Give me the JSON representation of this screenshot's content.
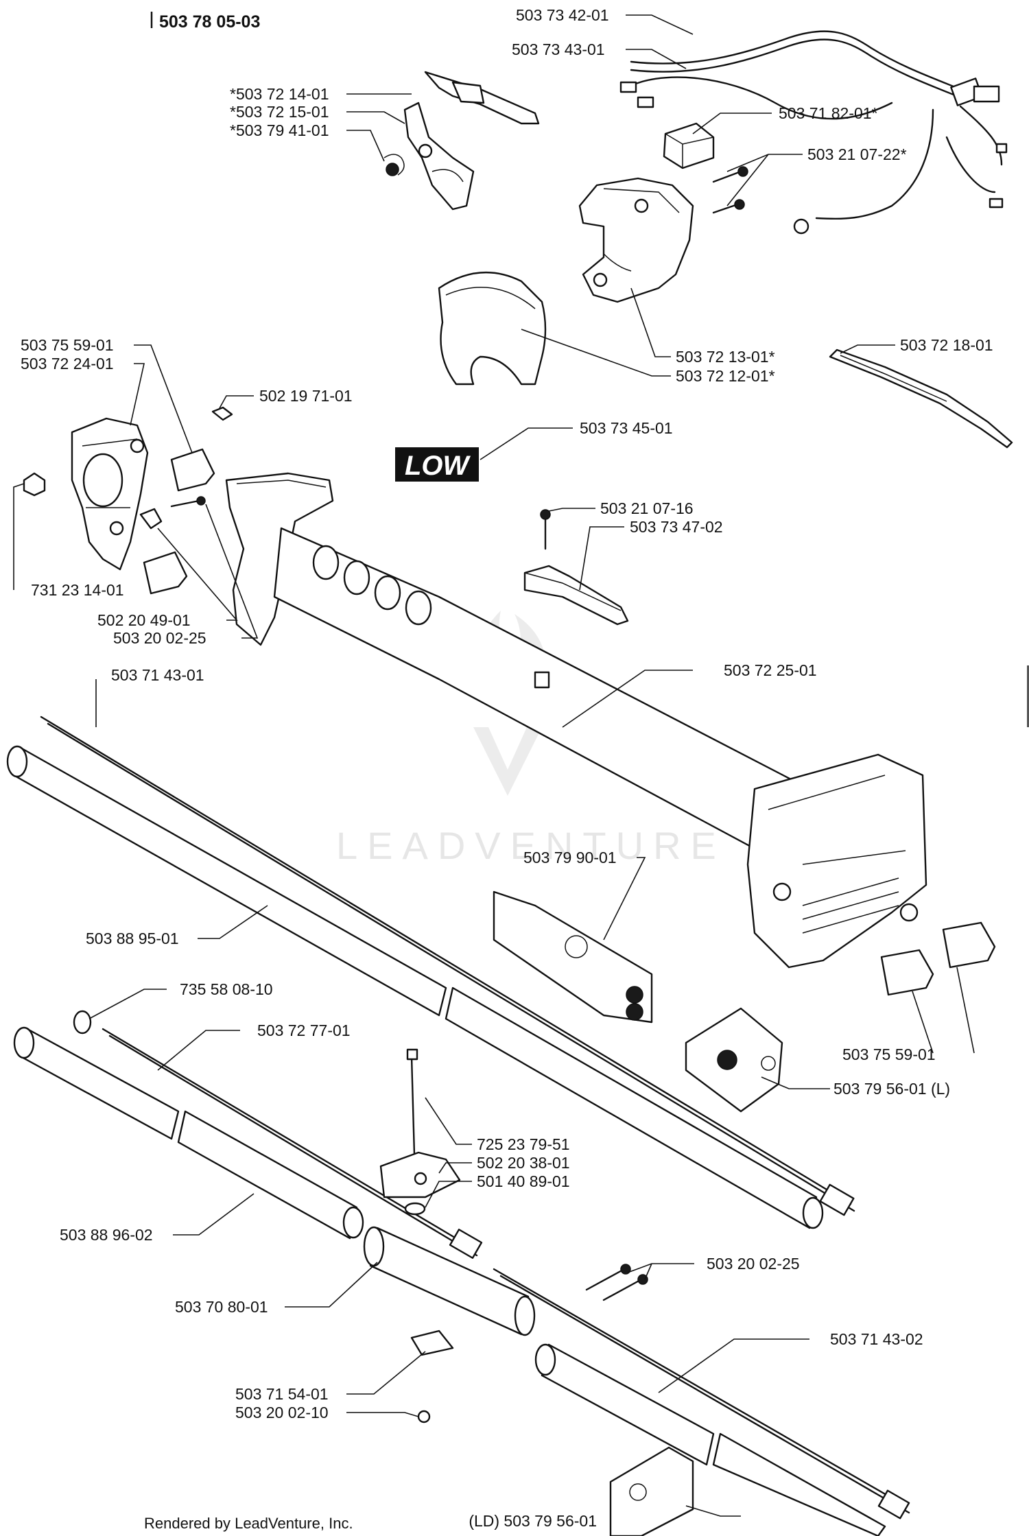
{
  "header": {
    "diagram_number": "503 78 05-03"
  },
  "watermark": {
    "text": "LEADVENTURE"
  },
  "footer": {
    "rendered_by": "Rendered by LeadVenture, Inc."
  },
  "decal": {
    "low_text": "LOW"
  },
  "callouts": [
    {
      "id": "c1",
      "label": "503 73 42-01"
    },
    {
      "id": "c2",
      "label": "503 73 43-01"
    },
    {
      "id": "c3",
      "label": "*503 72 14-01"
    },
    {
      "id": "c4",
      "label": "*503 72 15-01"
    },
    {
      "id": "c5",
      "label": "*503 79 41-01"
    },
    {
      "id": "c6",
      "label": "503 71 82-01*"
    },
    {
      "id": "c7",
      "label": "503 21 07-22*"
    },
    {
      "id": "c8",
      "label": "503 72 13-01*"
    },
    {
      "id": "c9",
      "label": "503 72 12-01*"
    },
    {
      "id": "c10",
      "label": "503 72 18-01"
    },
    {
      "id": "c11",
      "label": "503 75 59-01"
    },
    {
      "id": "c12",
      "label": "503 72 24-01"
    },
    {
      "id": "c13",
      "label": "502 19 71-01"
    },
    {
      "id": "c14",
      "label": "503 73 45-01"
    },
    {
      "id": "c15",
      "label": "503 21 07-16"
    },
    {
      "id": "c16",
      "label": "503 73 47-02"
    },
    {
      "id": "c17",
      "label": "731 23 14-01"
    },
    {
      "id": "c18",
      "label": "502 20 49-01"
    },
    {
      "id": "c19",
      "label": "503 20 02-25"
    },
    {
      "id": "c20",
      "label": "503 71 43-01"
    },
    {
      "id": "c21",
      "label": "503 72 25-01"
    },
    {
      "id": "c22",
      "label": "503 79 90-01"
    },
    {
      "id": "c23",
      "label": "503 88 95-01"
    },
    {
      "id": "c24",
      "label": "735 58 08-10"
    },
    {
      "id": "c25",
      "label": "503 72 77-01"
    },
    {
      "id": "c26",
      "label": "503 75 59-01"
    },
    {
      "id": "c27",
      "label": "503 79 56-01 (L)"
    },
    {
      "id": "c28",
      "label": "725 23 79-51"
    },
    {
      "id": "c29",
      "label": "502 20 38-01"
    },
    {
      "id": "c30",
      "label": "501 40 89-01"
    },
    {
      "id": "c31",
      "label": "503 88 96-02"
    },
    {
      "id": "c32",
      "label": "503 20 02-25"
    },
    {
      "id": "c33",
      "label": "503 70 80-01"
    },
    {
      "id": "c34",
      "label": "503 71 43-02"
    },
    {
      "id": "c35",
      "label": "503 71 54-01"
    },
    {
      "id": "c36",
      "label": "503 20 02-10"
    },
    {
      "id": "c37",
      "label": "(LD) 503 79 56-01"
    }
  ]
}
